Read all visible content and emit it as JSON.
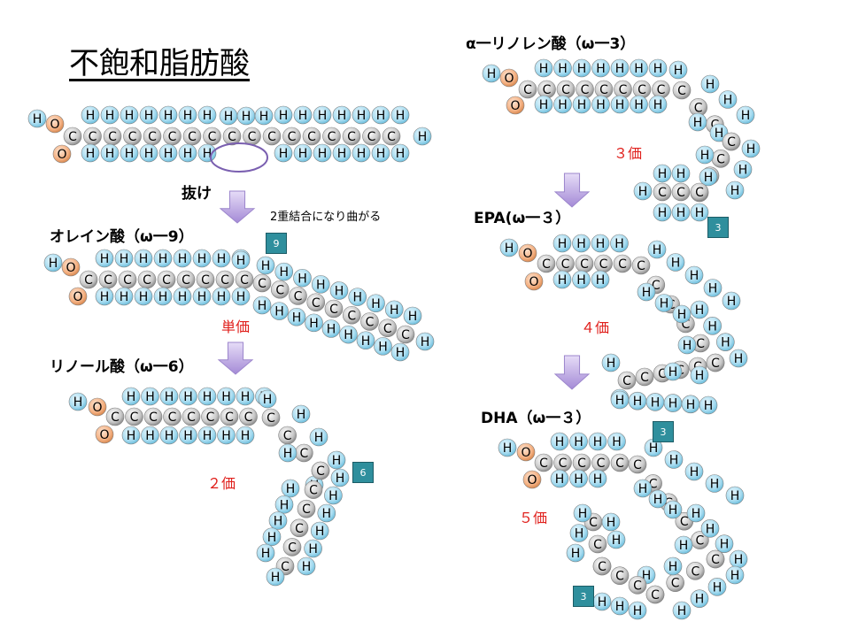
{
  "title": "不飽和脂肪酸",
  "saturated": {
    "break_label": "抜け",
    "note": "2重結合になり曲がる"
  },
  "oleic": {
    "label": "オレイン酸（ω一9）",
    "valence": "単価",
    "badge": "9"
  },
  "linoleic": {
    "label": "リノール酸（ω一6）",
    "valence": "２価",
    "badge": "6"
  },
  "alpha_linolenic": {
    "label": "α一リノレン酸（ω一3）",
    "valence": "３価"
  },
  "epa": {
    "label": "EPA(ω一３）",
    "valence": "４価",
    "badge": "3"
  },
  "dha": {
    "label": "DHA（ω一３）",
    "valence": "５価",
    "badge": "3"
  },
  "ala_badge": "3",
  "atoms": {
    "carbon": "C",
    "hydrogen": "H",
    "oxygen": "O"
  },
  "colors": {
    "carbon": "#c8c8c8",
    "hydrogen": "#a8dcf0",
    "oxygen": "#f4b183",
    "arrow": "#b9a7e0",
    "red_text": "#e0201c",
    "badge": "#2f8f9d"
  }
}
